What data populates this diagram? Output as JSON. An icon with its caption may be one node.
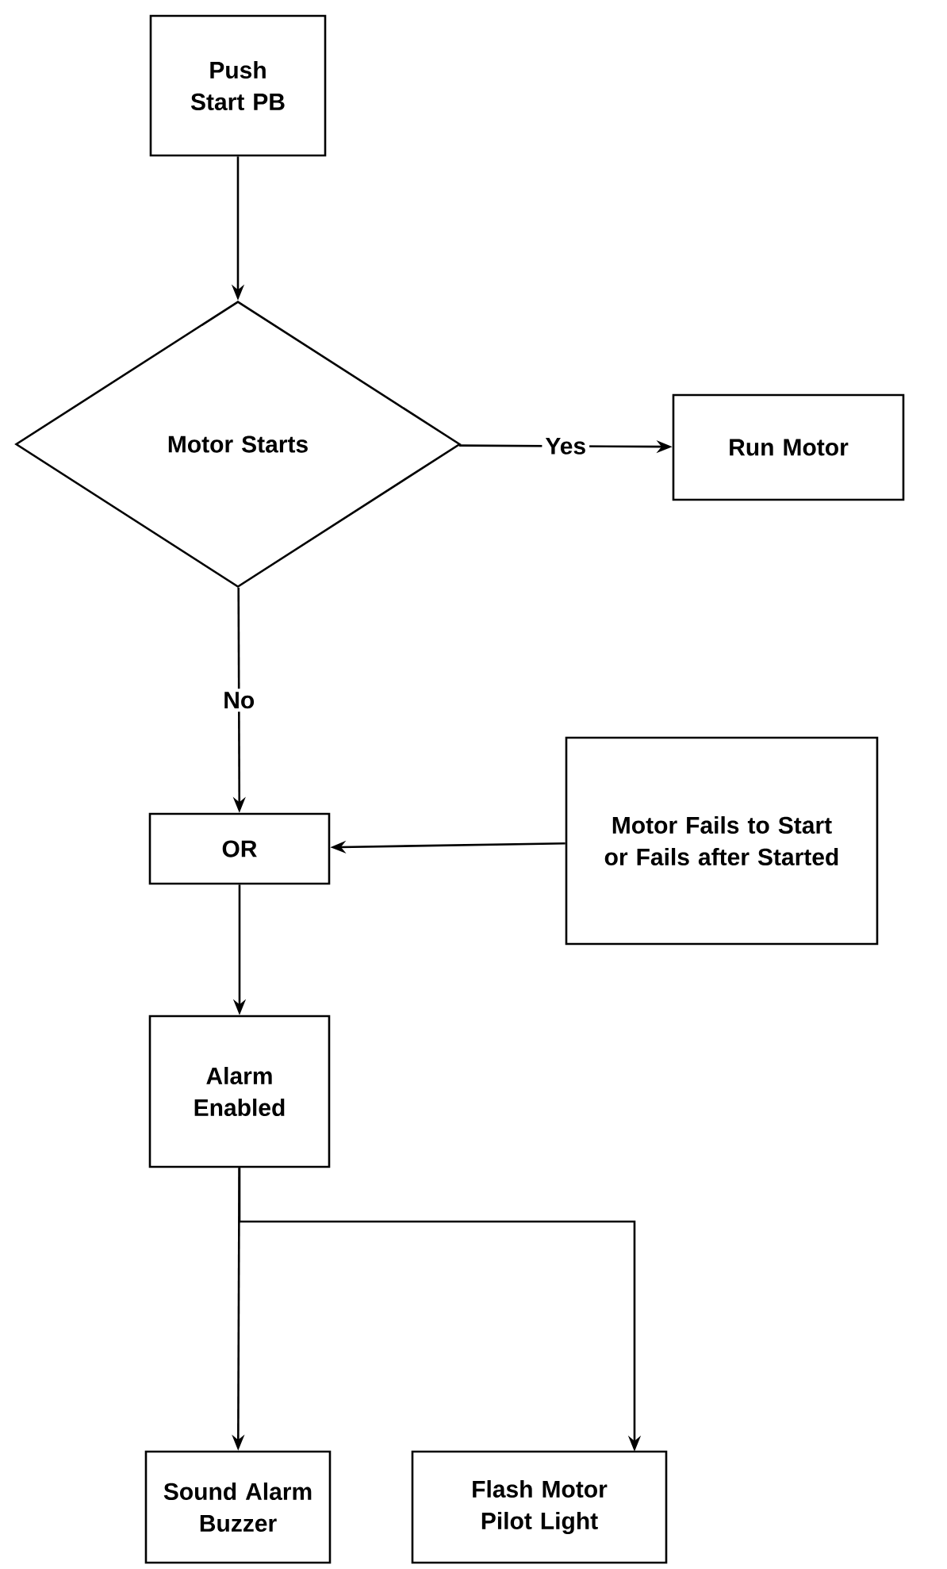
{
  "diagram": {
    "nodes": [
      {
        "text": [
          "Push Start PB"
        ]
      },
      {
        "text": [
          "Motor Starts"
        ]
      },
      {
        "text": [
          "Run Motor"
        ]
      },
      {
        "text": [
          "OR"
        ]
      },
      {
        "text": [
          "Motor Fails to Start or Fails after Started"
        ]
      },
      {
        "text": [
          "Alarm Enabled"
        ]
      },
      {
        "text": [
          "Sound Alarm Buzzer"
        ]
      },
      {
        "text": [
          "Flash Motor Pilot Light"
        ]
      }
    ],
    "edges": [
      {
        "from": 0,
        "to": 1,
        "arrow": "to"
      },
      {
        "from": 1,
        "to": 2,
        "arrow": "to",
        "label": "Yes"
      },
      {
        "from": 1,
        "to": 3,
        "arrow": "to",
        "label": "No"
      },
      {
        "from": 4,
        "to": 3,
        "arrow": "to"
      },
      {
        "from": 3,
        "to": 5,
        "arrow": "to"
      },
      {
        "from": 5,
        "to": 6,
        "arrow": "to"
      },
      {
        "from": 5,
        "to": 7,
        "arrow": "to"
      }
    ]
  }
}
